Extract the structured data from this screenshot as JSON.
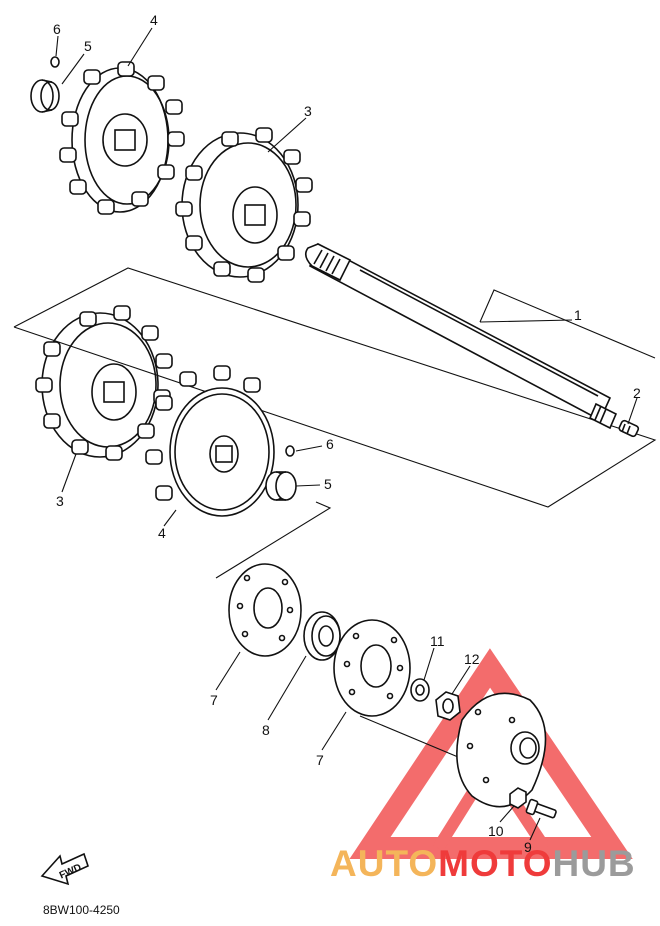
{
  "diagram_code": "8BW100-4250",
  "fwd_label": "FWD",
  "callouts": {
    "c1": "1",
    "c2": "2",
    "c3a": "3",
    "c3b": "3",
    "c4a": "4",
    "c4b": "4",
    "c5a": "5",
    "c5b": "5",
    "c6a": "6",
    "c6b": "6",
    "c7a": "7",
    "c7b": "7",
    "c8": "8",
    "c9": "9",
    "c10": "10",
    "c11": "11",
    "c12": "12"
  },
  "watermark": {
    "auto": "AUTO",
    "moto": "MOTO",
    "hub": "HUB",
    "color_orange": "#f4b55a",
    "color_red": "#ef3b3b",
    "color_gray": "#9b9b9b"
  }
}
